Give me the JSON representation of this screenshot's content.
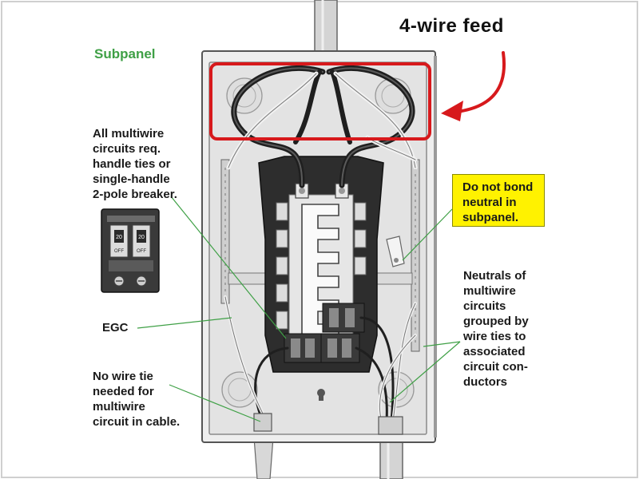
{
  "title": "Subpanel",
  "feed_label": "4-wire feed",
  "notes": {
    "handle_ties": [
      "All multiwire",
      "circuits req.",
      "handle ties or",
      "single-handle",
      "2-pole breaker."
    ],
    "no_bond": [
      "Do not bond",
      "neutral in",
      "subpanel."
    ],
    "egc": "EGC",
    "no_wire_tie": [
      "No wire tie",
      "needed for",
      "multiwire",
      "circuit in cable."
    ],
    "neutrals": [
      "Neutrals of",
      "multiwire",
      "circuits",
      "grouped by",
      "wire ties to",
      "associated",
      "circuit con-",
      "ductors"
    ]
  },
  "breaker_labels": [
    "20",
    "20",
    "OFF",
    "OFF"
  ],
  "colors": {
    "title_green": "#3fa046",
    "highlight_red": "#d7191c",
    "note_yellow": "#fff200",
    "leader_green": "#3fa046"
  }
}
